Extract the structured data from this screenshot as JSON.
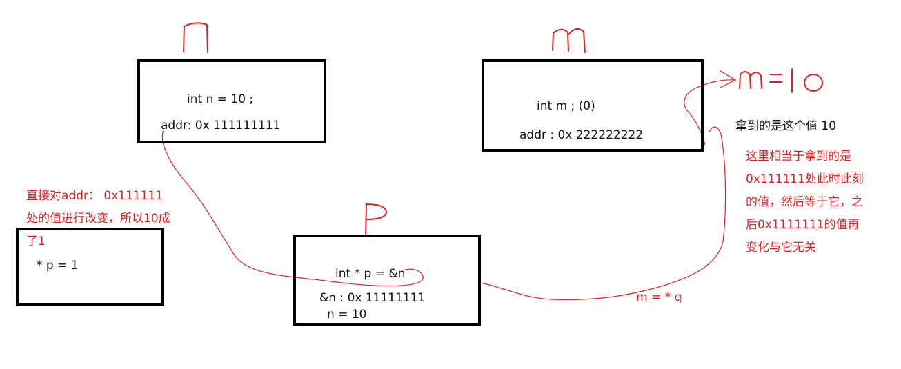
{
  "colors": {
    "ink": "#000000",
    "annotation": "#e02020"
  },
  "box_n": {
    "handwritten_label": "n",
    "decl": "int n = 10 ;",
    "addr": "addr: 0x 111111111"
  },
  "box_m": {
    "handwritten_label": "m",
    "decl": "int m ; (0)",
    "addr": "addr : 0x 222222222"
  },
  "box_p": {
    "handwritten_label": "p",
    "decl": "int * p = &n",
    "addr": "&n : 0x 11111111",
    "value": "n = 10"
  },
  "box_left": {
    "stmt": "* p = 1"
  },
  "handwritten_result": "m = 10",
  "annotations": {
    "got_value": "拿到的是这个值 10",
    "explain_right": [
      "这里相当于拿到的是",
      "0x111111处此时此刻",
      "的值，然后等于它，之",
      "后0x1111111的值再",
      "变化与它无关"
    ],
    "explain_left": [
      "直接对addr：  0x111111",
      "处的值进行改变，所以10成",
      "了1"
    ],
    "assign": "m = * q"
  }
}
